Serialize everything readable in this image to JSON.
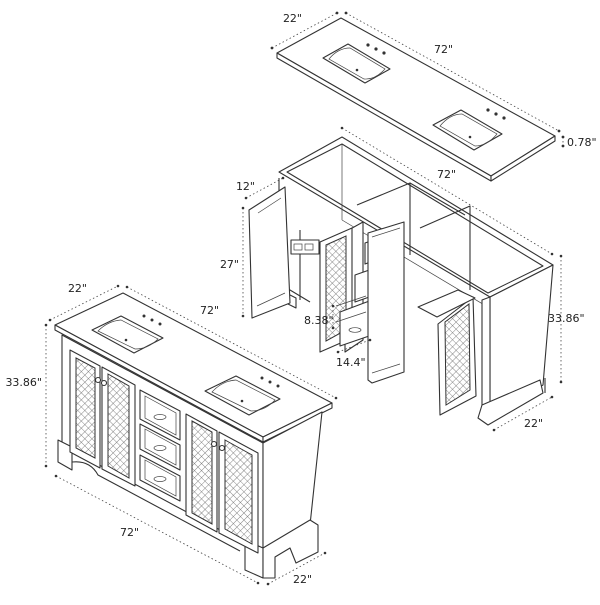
{
  "colors": {
    "line": "#333333",
    "background": "#ffffff"
  },
  "countertop": {
    "depth": "22\"",
    "width": "72\"",
    "thickness": "0.78\""
  },
  "open_cabinet": {
    "top_gap": "12\"",
    "door_height": "27\"",
    "cabinet_width": "72\"",
    "height": "33.86\"",
    "depth": "22\"",
    "drawer_height": "8.38\"",
    "drawer_width": "14.4\""
  },
  "assembled": {
    "depth_top": "22\"",
    "width_top": "72\"",
    "height": "33.86\"",
    "width_bottom": "72\"",
    "depth_bottom": "22\""
  }
}
